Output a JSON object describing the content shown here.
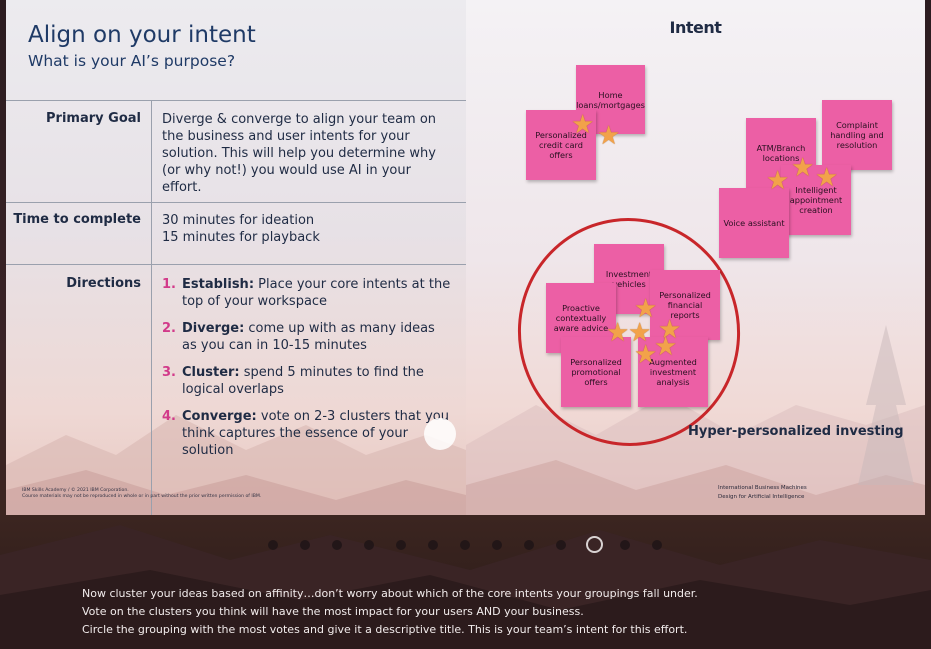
{
  "slide": {
    "title": "Align on your intent",
    "subtitle": "What is your AI’s purpose?",
    "rows": [
      {
        "label": "Primary Goal",
        "text": "Diverge & converge to align your team on the business and user intents for your solution. This will help you determine why (or why not!) you would use AI in your effort."
      },
      {
        "label": "Time to complete",
        "text_lines": [
          "30 minutes for ideation",
          "15 minutes for playback"
        ]
      },
      {
        "label": "Directions"
      }
    ],
    "directions": [
      {
        "num": "1.",
        "head": "Establish:",
        "text": " Place your core intents at the top of your workspace"
      },
      {
        "num": "2.",
        "head": "Diverge:",
        "text": " come up with as many ideas as you can in 10-15 minutes"
      },
      {
        "num": "3.",
        "head": "Cluster:",
        "text": " spend 5 minutes to find the logical overlaps"
      },
      {
        "num": "4.",
        "head": "Converge:",
        "text": " vote on 2-3 clusters that you think captures the essence of your solution"
      }
    ],
    "copyright_lines": [
      "IBM Skills Academy / © 2021 IBM Corporation.",
      "Course materials may not be reproduced in whole or in part without the prior written permission of IBM."
    ],
    "intent_title": "Intent",
    "notes": [
      "Home loans/mortgages",
      "Personalized credit card offers",
      "ATM/Branch locations",
      "Complaint handling and resolution",
      "Intelligent appointment creation",
      "Voice assistant",
      "Investment vehicles",
      "Personalized financial reports",
      "Proactive contextually aware advice",
      "Personalized promotional offers",
      "Augmented investment analysis"
    ],
    "cluster_title": "Hyper-personalized investing",
    "ibm_footer_lines": [
      "International Business Machines",
      "Design for Artificial Intelligence"
    ],
    "star_glyph": "★",
    "colors": {
      "note": "#ec5fa5",
      "star": "#f2a24a",
      "circle": "#c8262a",
      "accent_num": "#d23a8a",
      "title": "#1f3a66"
    }
  },
  "pagination": {
    "total": 13,
    "active_index": 10
  },
  "caption_lines": [
    "Now cluster your ideas based on affinity…don’t worry about which of the core intents your groupings fall under.",
    "Vote on the clusters you think will have the most impact for your users AND your business.",
    "Circle the grouping with the most votes and give it a descriptive title. This is your team’s intent for this effort."
  ]
}
